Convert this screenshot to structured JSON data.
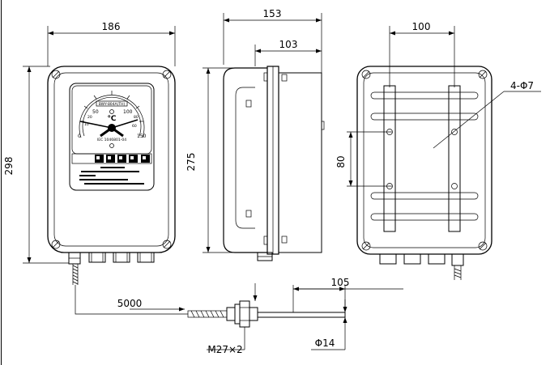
{
  "dimensions": {
    "front_width": "186",
    "front_height": "298",
    "side_overall": "153",
    "side_body": "103",
    "side_height": "275",
    "back_spacing": "100",
    "back_vertical": "80",
    "holes": "4-Φ7",
    "cable_length": "5000",
    "probe_length": "105",
    "thread": "M27×2",
    "probe_diameter": "Φ14"
  },
  "dial": {
    "unit": "℃",
    "scale_labels": [
      "0",
      "50",
      "100",
      "150"
    ],
    "minor_labels": [
      "10",
      "20",
      "80",
      "60"
    ]
  }
}
